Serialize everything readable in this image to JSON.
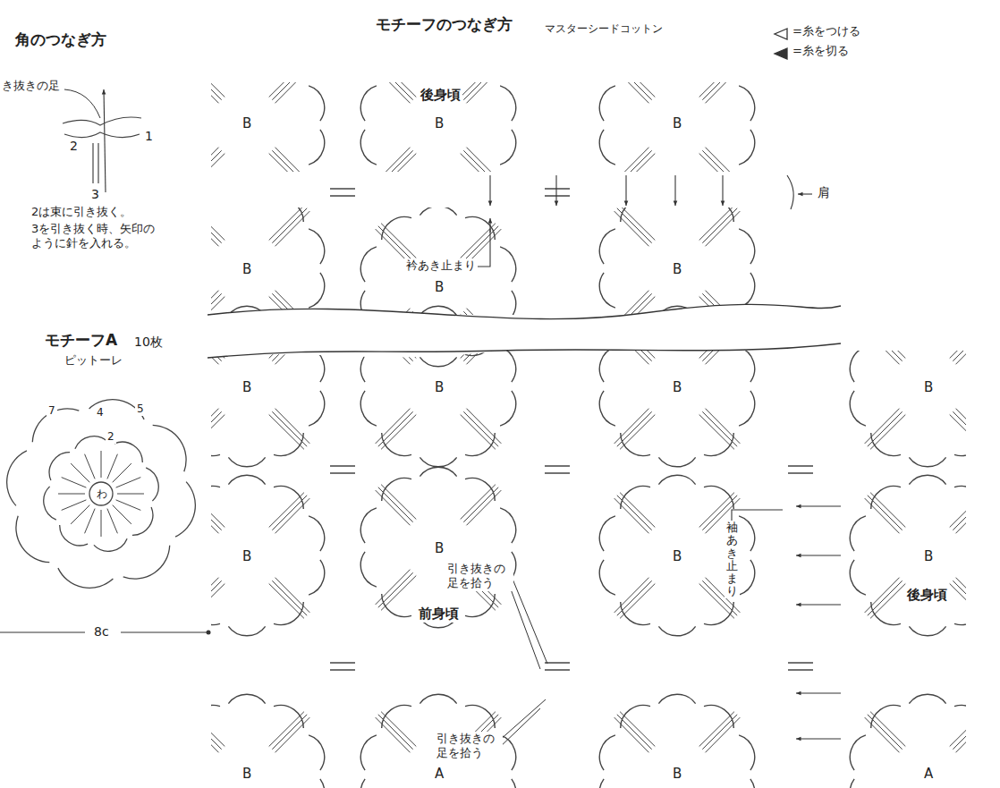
{
  "diagram": {
    "title": "モチーフのつなぎ方",
    "labels": [
      "角のつなぎ方",
      "き抜きの足",
      "2",
      "1",
      "3",
      "2は束に引き抜く。",
      "3を引き抜く時、矢印のように針を入れる。",
      "モチーフA",
      "10枚",
      "ピットーレ",
      "7",
      "4",
      "5",
      "2",
      "わ",
      "8c",
      "マスターシードコットン",
      "後身頃",
      "肩",
      "B",
      "B",
      "B",
      "B",
      "B",
      "B",
      "衿あき止まり",
      "B",
      "B",
      "B",
      "B",
      "B",
      "B",
      "B",
      "B",
      "後身頃",
      "袖あき止まり",
      "前身頃",
      "引き抜きの足を拾う",
      "引き抜きの足を拾う",
      "B",
      "A",
      "B",
      "A"
    ],
    "legend": [
      {
        "text": "=糸をつける"
      },
      {
        "text": "=糸を切る"
      }
    ]
  }
}
